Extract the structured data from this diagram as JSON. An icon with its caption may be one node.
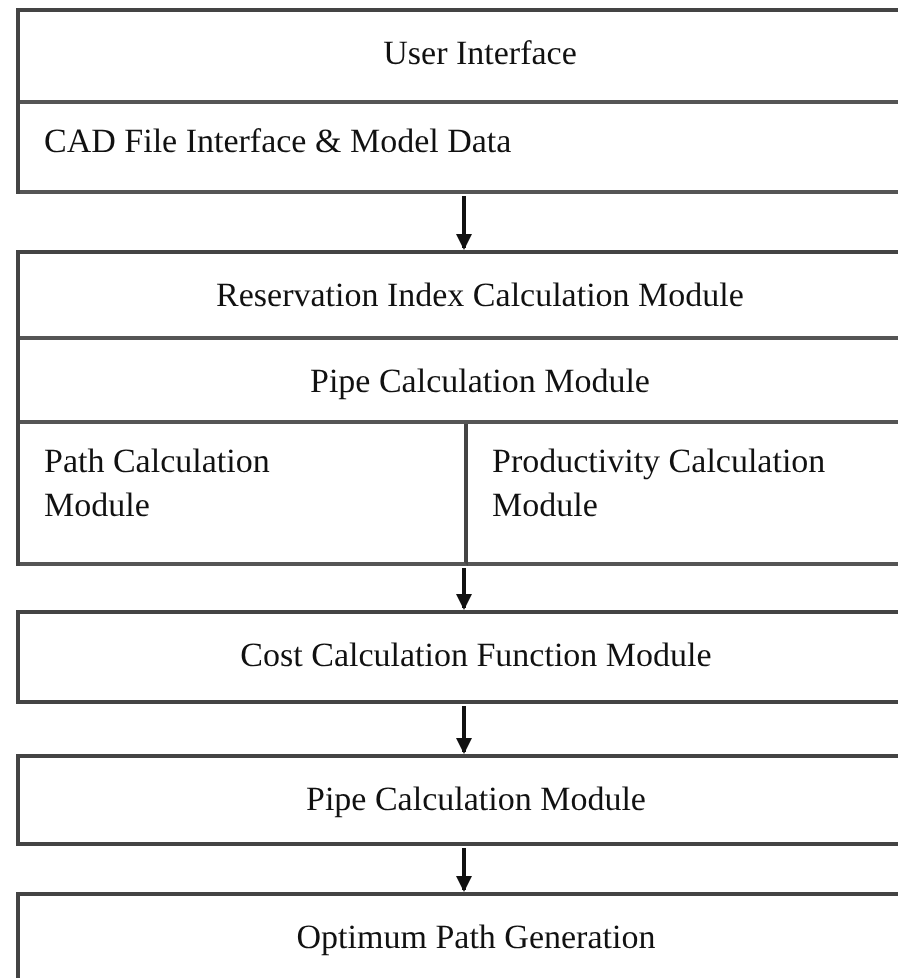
{
  "diagram": {
    "nodes": [
      {
        "text": [],
        "shape": "box"
      },
      {
        "text": [
          "User Interface"
        ],
        "in": 0
      },
      {
        "text": [
          "CAD File Interface & Model Data"
        ],
        "in": 0
      },
      {
        "text": [],
        "shape": "box"
      },
      {
        "text": [
          "Reservation Index Calculation Module"
        ],
        "in": 3
      },
      {
        "text": [
          "Pipe Calculation Module"
        ],
        "in": 3
      },
      {
        "text": [
          "Path Calculation Module"
        ],
        "in": 3
      },
      {
        "text": [
          "Productivity Calculation Module"
        ],
        "in": 3
      },
      {
        "text": [
          "Cost Calculation Function Module"
        ]
      },
      {
        "text": [
          "Pipe Calculation Module"
        ]
      },
      {
        "text": [
          "Optimum Path Generation"
        ]
      }
    ],
    "edges": [
      {
        "from": 0,
        "to": 3,
        "arrow": "to"
      },
      {
        "from": 3,
        "to": 8,
        "arrow": "to"
      },
      {
        "from": 8,
        "to": 9,
        "arrow": "to"
      },
      {
        "from": 9,
        "to": 10,
        "arrow": "to"
      }
    ]
  }
}
